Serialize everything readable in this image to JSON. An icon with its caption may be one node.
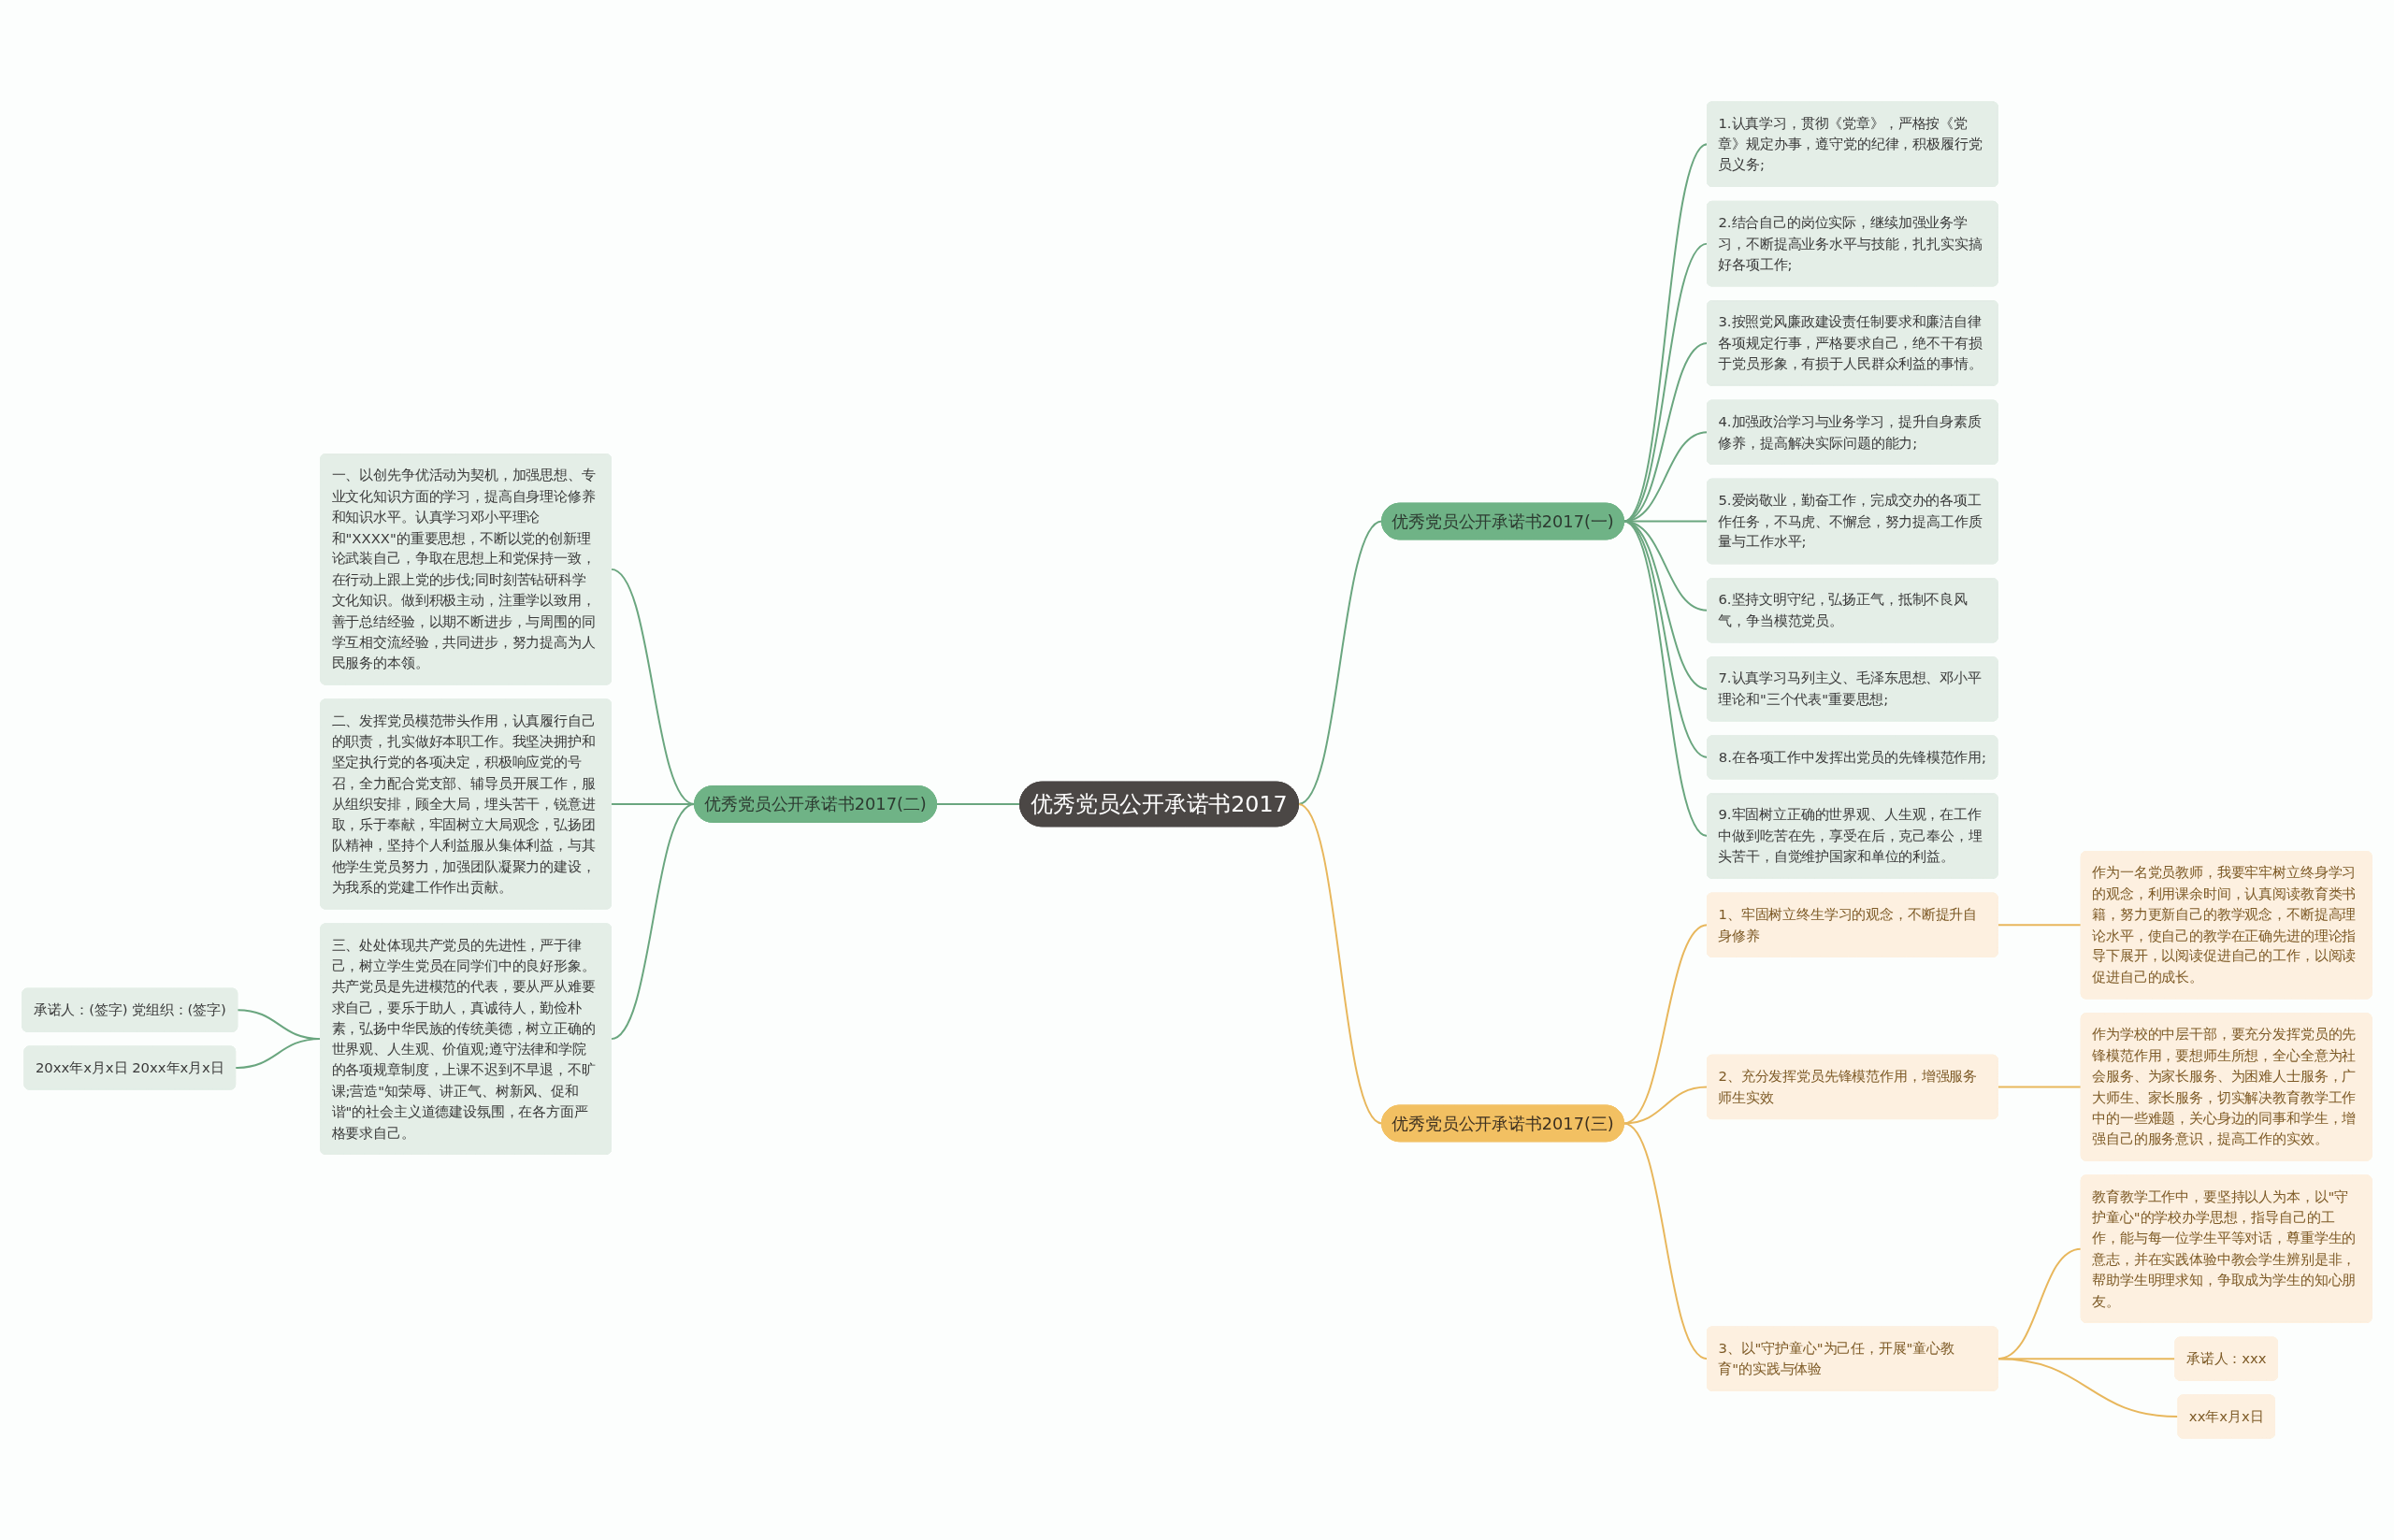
{
  "diagram": {
    "nodes": [
      {
        "text": [
          "优秀党员公开承诺书2017"
        ]
      },
      {
        "text": [
          "优秀党员公开承诺书2017(一)"
        ]
      },
      {
        "text": [
          "1.认真学习，贯彻《党章》，严格按《党章》规定办事，遵守党的纪律，积极履行党员义务;"
        ]
      },
      {
        "text": [
          "2.结合自己的岗位实际，继续加强业务学习，不断提高业务水平与技能，扎扎实实搞好各项工作;"
        ]
      },
      {
        "text": [
          "3.按照党风廉政建设责任制要求和廉洁自律各项规定行事，严格要求自己，绝不干有损于党员形象，有损于人民群众利益的事情。"
        ]
      },
      {
        "text": [
          "4.加强政治学习与业务学习，提升自身素质修养，提高解决实际问题的能力;"
        ]
      },
      {
        "text": [
          "5.爱岗敬业，勤奋工作，完成交办的各项工作任务，不马虎、不懈怠，努力提高工作质量与工作水平;"
        ]
      },
      {
        "text": [
          "6.坚持文明守纪，弘扬正气，抵制不良风气，争当模范党员。"
        ]
      },
      {
        "text": [
          "7.认真学习马列主义、毛泽东思想、邓小平理论和\"三个代表\"重要思想;"
        ]
      },
      {
        "text": [
          "8.在各项工作中发挥出党员的先锋模范作用;"
        ]
      },
      {
        "text": [
          "9.牢固树立正确的世界观、人生观，在工作中做到吃苦在先，享受在后，克己奉公，埋头苦干，自觉维护国家和单位的利益。"
        ]
      },
      {
        "text": [
          "优秀党员公开承诺书2017(二)"
        ]
      },
      {
        "text": [
          "一、以创先争优活动为契机，加强思想、专业文化知识方面的学习，提高自身理论修养和知识水平。认真学习邓小平理论和\"XXXX\"的重要思想，不断以党的创新理论武装自己，争取在思想上和党保持一致，在行动上跟上党的步伐;同时刻苦钻研科学文化知识。做到积极主动，注重学以致用，善于总结经验，以期不断进步，与周围的同学互相交流经验，共同进步，努力提高为人民服务的本领。"
        ]
      },
      {
        "text": [
          "二、发挥党员模范带头作用，认真履行自己的职责，扎实做好本职工作。我坚决拥护和坚定执行党的各项决定，积极响应党的号召，全力配合党支部、辅导员开展工作，服从组织安排，顾全大局，埋头苦干，锐意进取，乐于奉献，牢固树立大局观念，弘扬团队精神，坚持个人利益服从集体利益，与其他学生党员努力，加强团队凝聚力的建设，为我系的党建工作作出贡献。"
        ]
      },
      {
        "text": [
          "三、处处体现共产党员的先进性，严于律己，树立学生党员在同学们中的良好形象。共产党员是先进模范的代表，要从严从难要求自己，要乐于助人，真诚待人，勤俭朴素，弘扬中华民族的传统美德，树立正确的世界观、人生观、价值观;遵守法律和学院的各项规章制度，上课不迟到不早退，不旷课;营造\"知荣辱、讲正气、树新风、促和谐\"的社会主义道德建设氛围，在各方面严格要求自己。"
        ]
      },
      {
        "text": [
          "承诺人：(签字) 党组织：(签字)"
        ]
      },
      {
        "text": [
          "20xx年x月x日 20xx年x月x日"
        ]
      },
      {
        "text": [
          "优秀党员公开承诺书2017(三)"
        ]
      },
      {
        "text": [
          "1、牢固树立终生学习的观念，不断提升自身修养"
        ]
      },
      {
        "text": [
          "作为一名党员教师，我要牢牢树立终身学习的观念，利用课余时间，认真阅读教育类书籍，努力更新自己的教学观念，不断提高理论水平，使自己的教学在正确先进的理论指导下展开，以阅读促进自己的工作，以阅读促进自己的成长。"
        ]
      },
      {
        "text": [
          "2、充分发挥党员先锋模范作用，增强服务师生实效"
        ]
      },
      {
        "text": [
          "作为学校的中层干部，要充分发挥党员的先锋模范作用，要想师生所想，全心全意为社会服务、为家长服务、为困难人士服务，广大师生、家长服务，切实解决教育教学工作中的一些难题，关心身边的同事和学生，增强自己的服务意识，提高工作的实效。"
        ]
      },
      {
        "text": [
          "3、以\"守护童心\"为己任，开展\"童心教育\"的实践与体验"
        ]
      },
      {
        "text": [
          "教育教学工作中，要坚持以人为本，以\"守护童心\"的学校办学思想，指导自己的工作，能与每一位学生平等对话，尊重学生的意志，并在实践体验中教会学生辨别是非，帮助学生明理求知，争取成为学生的知心朋友。"
        ]
      },
      {
        "text": [
          "承诺人：xxx"
        ]
      },
      {
        "text": [
          "xx年x月x日"
        ]
      }
    ],
    "edges": [
      {
        "from": 0,
        "to": 1,
        "arrow": "none"
      },
      {
        "from": 1,
        "to": 2,
        "arrow": "none"
      },
      {
        "from": 1,
        "to": 3,
        "arrow": "none"
      },
      {
        "from": 1,
        "to": 4,
        "arrow": "none"
      },
      {
        "from": 1,
        "to": 5,
        "arrow": "none"
      },
      {
        "from": 1,
        "to": 6,
        "arrow": "none"
      },
      {
        "from": 1,
        "to": 7,
        "arrow": "none"
      },
      {
        "from": 1,
        "to": 8,
        "arrow": "none"
      },
      {
        "from": 1,
        "to": 9,
        "arrow": "none"
      },
      {
        "from": 1,
        "to": 10,
        "arrow": "none"
      },
      {
        "from": 11,
        "to": 0,
        "arrow": "none"
      },
      {
        "from": 12,
        "to": 11,
        "arrow": "none"
      },
      {
        "from": 13,
        "to": 11,
        "arrow": "none"
      },
      {
        "from": 14,
        "to": 11,
        "arrow": "none"
      },
      {
        "from": 15,
        "to": 14,
        "arrow": "none"
      },
      {
        "from": 16,
        "to": 14,
        "arrow": "none"
      },
      {
        "from": 0,
        "to": 17,
        "arrow": "none",
        "color": "#e8b75c"
      },
      {
        "from": 17,
        "to": 18,
        "arrow": "none",
        "color": "#e8b75c"
      },
      {
        "from": 18,
        "to": 19,
        "arrow": "none",
        "color": "#e8b75c"
      },
      {
        "from": 17,
        "to": 20,
        "arrow": "none",
        "color": "#e8b75c"
      },
      {
        "from": 20,
        "to": 21,
        "arrow": "none",
        "color": "#e8b75c"
      },
      {
        "from": 17,
        "to": 22,
        "arrow": "none",
        "color": "#e8b75c"
      },
      {
        "from": 22,
        "to": 23,
        "arrow": "none",
        "color": "#e8b75c"
      },
      {
        "from": 22,
        "to": 24,
        "arrow": "none",
        "color": "#e8b75c"
      },
      {
        "from": 22,
        "to": 25,
        "arrow": "none",
        "color": "#e8b75c"
      }
    ]
  }
}
